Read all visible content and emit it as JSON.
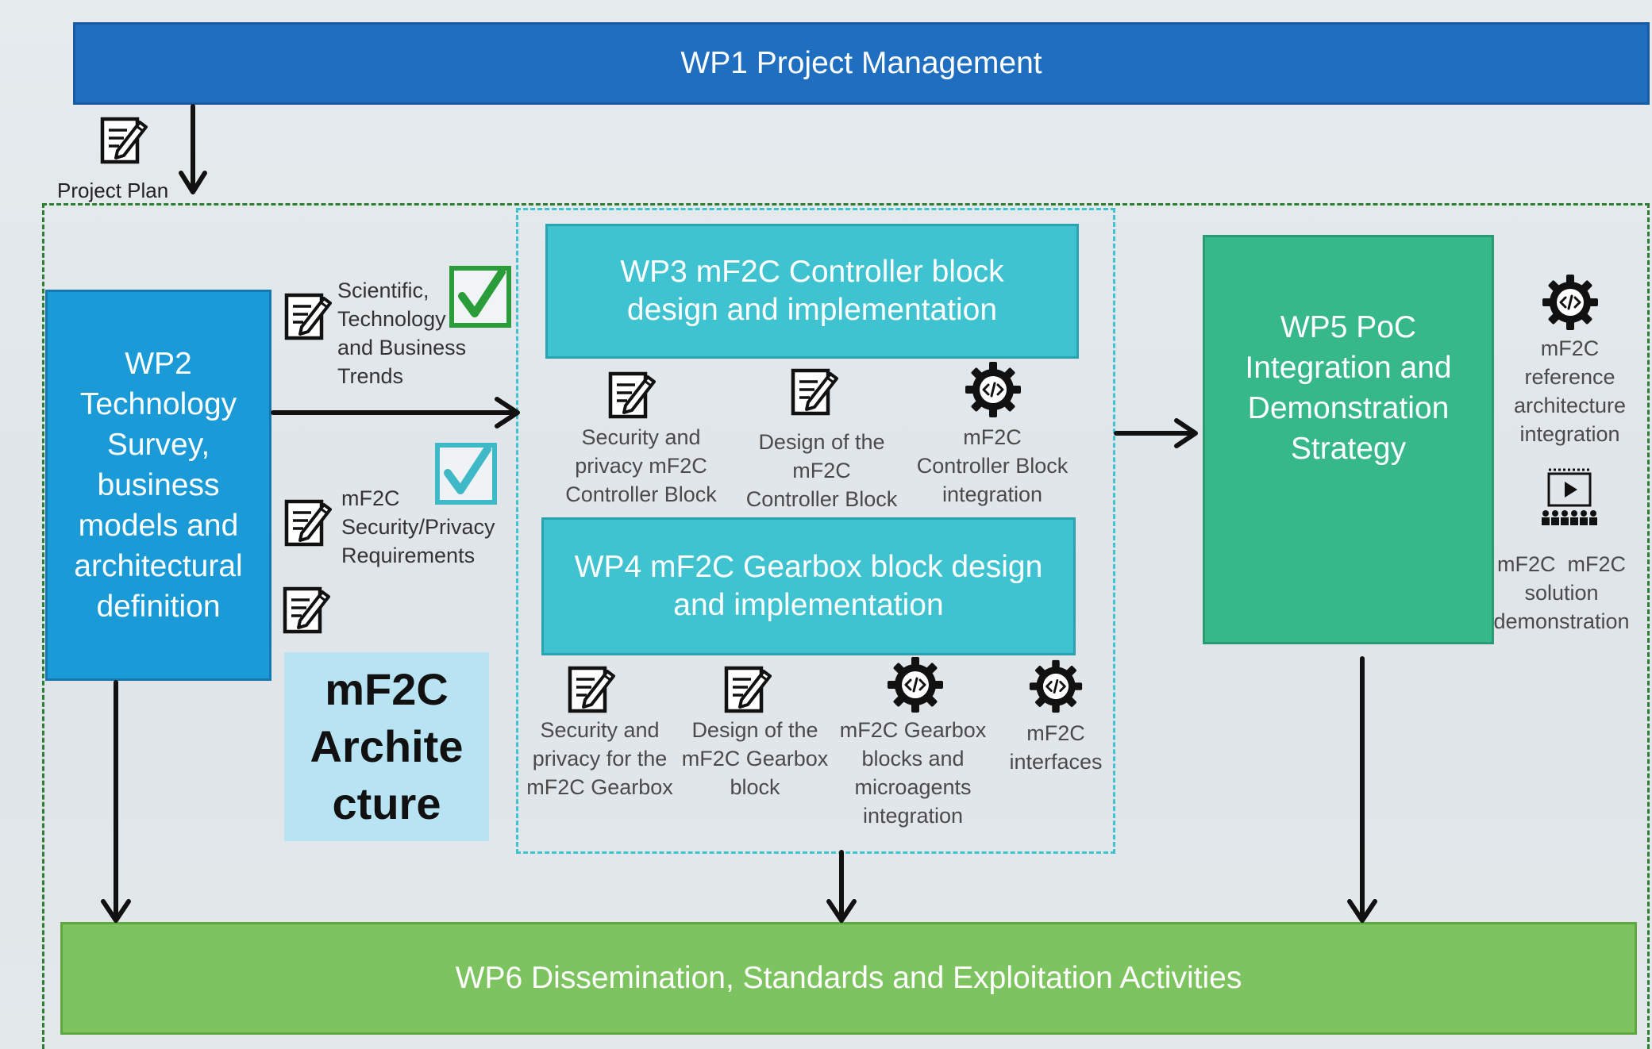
{
  "wp1": {
    "title": "WP1 Project Management"
  },
  "project_plan": {
    "label": "Project Plan"
  },
  "wp2": {
    "title": "WP2\nTechnology\nSurvey,\nbusiness\nmodels and\narchitectural\ndefinition"
  },
  "wp2_outputs": {
    "trends": "Scientific,\nTechnology\nand Business\nTrends",
    "requirements": "mF2C\nSecurity/Privacy\nRequirements"
  },
  "architecture_card": {
    "text": "mF2C\nArchite\ncture"
  },
  "wp3": {
    "title": "WP3 mF2C Controller block\ndesign and implementation",
    "outputs": [
      "Security and\nprivacy mF2C\nController Block",
      "Design of the\nmF2C\nController Block",
      "mF2C\nController Block\nintegration"
    ]
  },
  "wp4": {
    "title": "WP4 mF2C Gearbox block design\nand implementation",
    "outputs": [
      "Security and\nprivacy for the\nmF2C Gearbox",
      "Design of the\nmF2C Gearbox\nblock",
      "mF2C Gearbox\nblocks and\nmicroagents\nintegration",
      "mF2C\ninterfaces"
    ]
  },
  "wp5": {
    "title": "WP5 PoC\nIntegration and\nDemonstration\nStrategy",
    "outputs": [
      "mF2C\nreference\narchitecture\nintegration",
      "mF2C  mF2C\nsolution\ndemonstration"
    ]
  },
  "wp6": {
    "title": "WP6 Dissemination, Standards and Exploitation Activities"
  },
  "colors": {
    "wp1": "#1f6ebf",
    "wp2": "#1a9ad6",
    "wp3_wp4": "#3fc3d0",
    "wp5": "#36b88a",
    "wp6": "#7dc35f",
    "architecture_card": "#b8e3f3",
    "outer_dashed": "#2e7d32",
    "inner_dashed": "#3fc3d0",
    "check_green": "#2a9d3a",
    "check_cyan": "#3fb8c8"
  }
}
